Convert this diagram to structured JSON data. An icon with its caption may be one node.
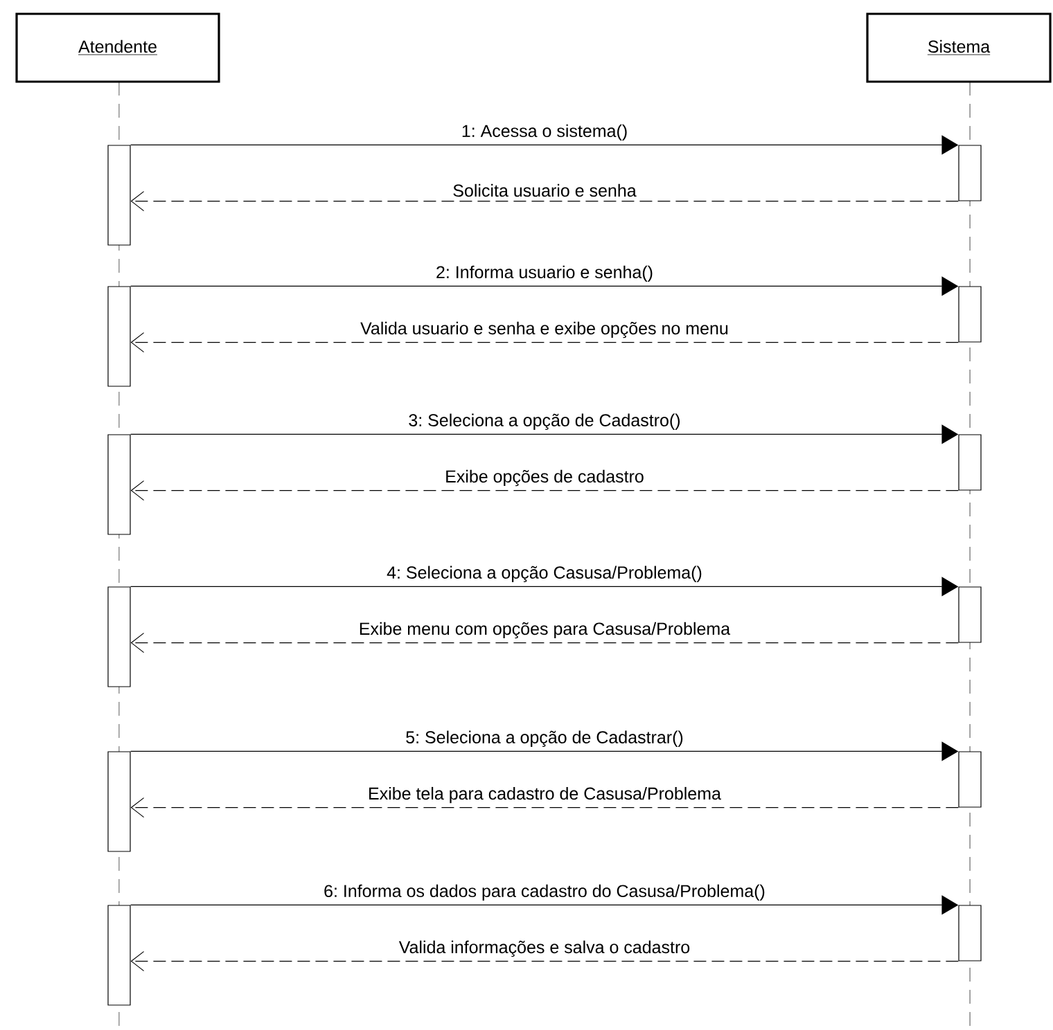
{
  "diagram": {
    "nodes": [
      {
        "text": [
          "Atendente"
        ]
      },
      {
        "text": [
          "Sistema"
        ]
      },
      {
        "text": [],
        "shape": "bar"
      },
      {
        "text": [],
        "shape": "bar"
      },
      {
        "text": [],
        "shape": "bar"
      },
      {
        "text": [],
        "shape": "bar"
      },
      {
        "text": [],
        "shape": "bar"
      },
      {
        "text": [],
        "shape": "bar"
      },
      {
        "text": [],
        "shape": "bar"
      },
      {
        "text": [],
        "shape": "bar"
      },
      {
        "text": [],
        "shape": "bar"
      },
      {
        "text": [],
        "shape": "bar"
      },
      {
        "text": [],
        "shape": "bar"
      },
      {
        "text": [],
        "shape": "bar"
      }
    ],
    "edges": [
      {
        "from": 2,
        "to": 3,
        "arrow": "to",
        "label": "1: Acessa o sistema()"
      },
      {
        "from": 3,
        "to": 2,
        "arrow": "to",
        "style": "dashed",
        "label": "Solicita usuario e senha"
      },
      {
        "from": 4,
        "to": 5,
        "arrow": "to",
        "label": "2: Informa usuario e senha()"
      },
      {
        "from": 5,
        "to": 4,
        "arrow": "to",
        "style": "dashed",
        "label": "Valida usuario e senha e exibe opções no menu"
      },
      {
        "from": 6,
        "to": 7,
        "arrow": "to",
        "label": "3: Seleciona a opção de Cadastro()"
      },
      {
        "from": 7,
        "to": 6,
        "arrow": "to",
        "style": "dashed",
        "label": "Exibe opções de cadastro"
      },
      {
        "from": 8,
        "to": 9,
        "arrow": "to",
        "label": "4: Seleciona a opção Casusa/Problema()"
      },
      {
        "from": 9,
        "to": 8,
        "arrow": "to",
        "style": "dashed",
        "label": "Exibe menu com opções para Casusa/Problema"
      },
      {
        "from": 10,
        "to": 11,
        "arrow": "to",
        "label": "5: Seleciona a opção de Cadastrar()"
      },
      {
        "from": 11,
        "to": 10,
        "arrow": "to",
        "style": "dashed",
        "label": "Exibe tela para cadastro de Casusa/Problema"
      },
      {
        "from": 12,
        "to": 13,
        "arrow": "to",
        "label": "6: Informa os dados para cadastro do Casusa/Problema()"
      },
      {
        "from": 13,
        "to": 12,
        "arrow": "to",
        "style": "dashed",
        "label": "Valida informações e salva o cadastro"
      }
    ]
  }
}
